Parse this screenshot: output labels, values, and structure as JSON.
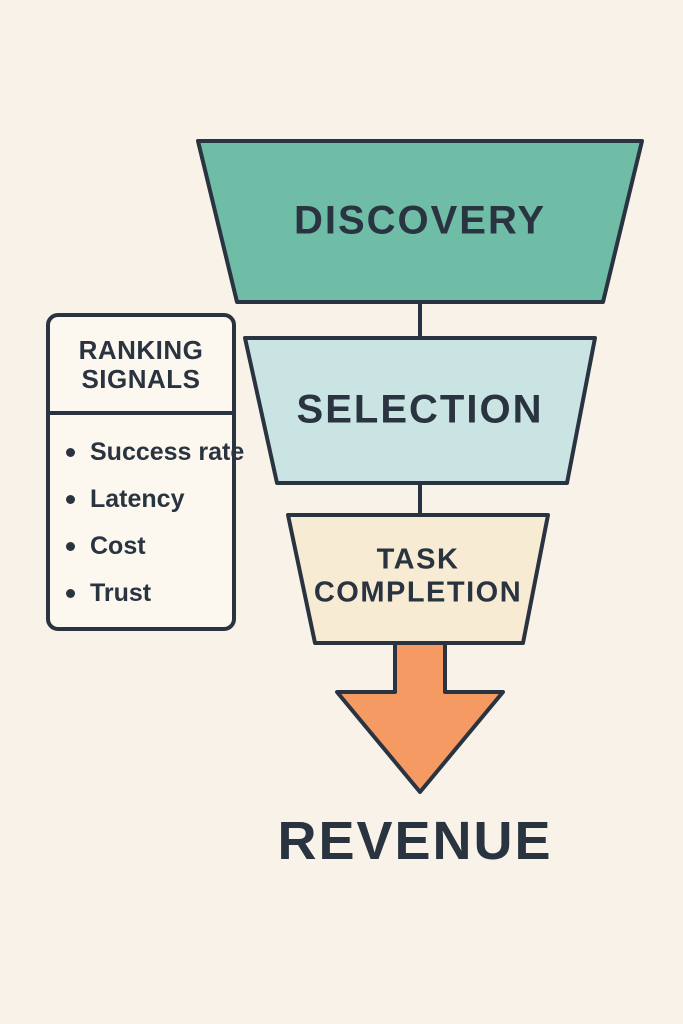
{
  "colors": {
    "background": "#F9F2E9",
    "outline": "#2A3440",
    "text": "#2A3440",
    "discovery_fill": "#6FBCA7",
    "selection_fill": "#C9E4E3",
    "task_fill": "#F7EBD3",
    "arrow_fill": "#F49A62",
    "panel_fill": "#FCF7EF"
  },
  "funnel": {
    "stages": [
      {
        "label": "DISCOVERY"
      },
      {
        "label": "SELECTION"
      },
      {
        "label": "TASK COMPLETION"
      }
    ],
    "outcome": "REVENUE"
  },
  "ranking_panel": {
    "title": "RANKING SIGNALS",
    "items": [
      "Success rate",
      "Latency",
      "Cost",
      "Trust"
    ]
  }
}
